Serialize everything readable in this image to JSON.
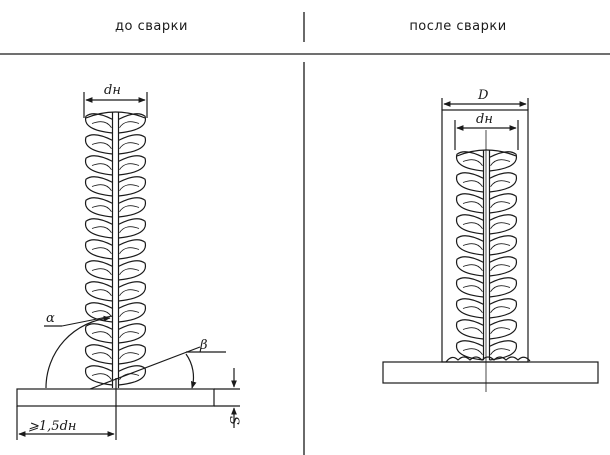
{
  "headers": {
    "before": "до сварки",
    "after": "после сварки"
  },
  "before_panel": {
    "label_bar_diameter": "dн",
    "label_alpha": "α",
    "label_beta": "β",
    "label_min_length": "⩾1,5dн",
    "label_thickness": "S"
  },
  "after_panel": {
    "label_outer_diameter": "D",
    "label_bar_diameter": "dн"
  }
}
